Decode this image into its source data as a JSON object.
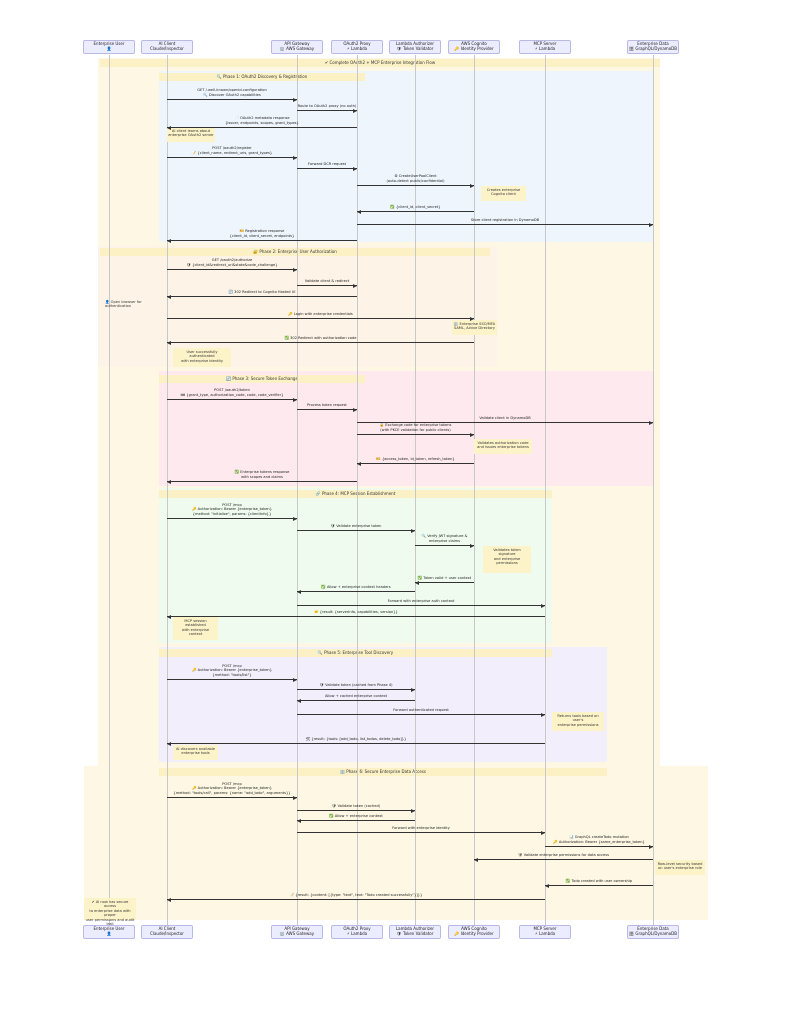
{
  "actors": [
    {
      "id": "user",
      "title": "Enterprise User",
      "sub": "👤"
    },
    {
      "id": "client",
      "title": "AI Client",
      "sub": "Claude/Inspector"
    },
    {
      "id": "gw",
      "title": "API Gateway",
      "sub": "🏢 AWS Gateway"
    },
    {
      "id": "proxy",
      "title": "OAuth2 Proxy",
      "sub": "⚡ Lambda"
    },
    {
      "id": "auth",
      "title": "Lambda Authorizer",
      "sub": "🛡 Token Validator"
    },
    {
      "id": "cognito",
      "title": "AWS Cognito",
      "sub": "🔑 Identity Provider"
    },
    {
      "id": "mcp",
      "title": "MCP Server",
      "sub": "⚡ Lambda"
    },
    {
      "id": "data",
      "title": "Enterprise Data",
      "sub": "🗄 GraphQL/DynamoDB"
    }
  ],
  "colors": {
    "outer_band": "#fdf7e3",
    "title_band": "#fbf1c4",
    "phase1": "#eef5fd",
    "phase2": "#fdf3e6",
    "phase3": "#fde9ee",
    "phase4": "#eefbee",
    "phase5": "#f3eefb",
    "phase6": "#fdf7e3",
    "note": "#fdf3c8",
    "actor_fill": "#ECECFF"
  },
  "title": "✔ Complete OAuth2 + MCP Enterprise Integration Flow",
  "phases": [
    {
      "label": "🔍 Phase 1: OAuth2 Discovery & Registration"
    },
    {
      "label": "🔐 Phase 2: Enterprise User Authorization"
    },
    {
      "label": "🔄 Phase 3: Secure Token Exchange"
    },
    {
      "label": "🔗 Phase 4: MCP Session Establishment"
    },
    {
      "label": "🔍 Phase 5: Enterprise Tool Discovery"
    },
    {
      "label": "🏢 Phase 6: Secure Enterprise Data Access"
    }
  ],
  "messages": [
    {
      "from": "client",
      "to": "gw",
      "text": "GET /.well-known/openid-configuration\n🔍 Discover OAuth2 capabilities",
      "dashed": false
    },
    {
      "from": "gw",
      "to": "proxy",
      "text": "Route to OAuth2 proxy (no auth)",
      "dashed": false
    },
    {
      "from": "proxy",
      "to": "client",
      "text": "📄 OAuth2 metadata response\n{issuer, endpoints, scopes, grant_types}",
      "dashed": false
    },
    {
      "from": "client",
      "to": "gw",
      "text": "POST /oauth2/register\n📝 {client_name, redirect_uris, grant_types}",
      "dashed": false
    },
    {
      "from": "gw",
      "to": "proxy",
      "text": "Forward DCR request",
      "dashed": false
    },
    {
      "from": "proxy",
      "to": "cognito",
      "text": "⚙ CreateUserPoolClient\n(auto-detect public/confidential)",
      "dashed": false
    },
    {
      "from": "cognito",
      "to": "proxy",
      "text": "✅ {client_id, client_secret}",
      "dashed": false
    },
    {
      "from": "proxy",
      "to": "data",
      "text": "Store client registration in DynamoDB",
      "dashed": false
    },
    {
      "from": "proxy",
      "to": "client",
      "text": "🎫 Registration response\n{client_id, client_secret, endpoints}",
      "dashed": false
    },
    {
      "from": "client",
      "to": "gw",
      "text": "GET /oauth2/authorize\n🛡 {client_id&redirect_uri&state&code_challenge}",
      "dashed": false
    },
    {
      "from": "gw",
      "to": "proxy",
      "text": "Validate client & redirect",
      "dashed": false
    },
    {
      "from": "proxy",
      "to": "client",
      "text": "🔄 302 Redirect to Cognito Hosted UI",
      "dashed": false
    },
    {
      "from": "client",
      "to": "cognito",
      "text": "🔑 Login with enterprise credentials",
      "dashed": false
    },
    {
      "from": "cognito",
      "to": "client",
      "text": "✅ 302 Redirect with authorization code",
      "dashed": false
    },
    {
      "from": "client",
      "to": "gw",
      "text": "POST /oauth2/token\n🎟 {grant_type, authorization_code, code, code_verifier}",
      "dashed": false
    },
    {
      "from": "gw",
      "to": "proxy",
      "text": "Process token request",
      "dashed": false
    },
    {
      "from": "proxy",
      "to": "data",
      "text": "Validate client in DynamoDB",
      "dashed": false
    },
    {
      "from": "proxy",
      "to": "cognito",
      "text": "🔒 Exchange code for enterprise tokens\n(with PKCE validation for public clients)",
      "dashed": false
    },
    {
      "from": "cognito",
      "to": "proxy",
      "text": "🎫 {access_token, id_token, refresh_token}",
      "dashed": false
    },
    {
      "from": "proxy",
      "to": "client",
      "text": "✅ Enterprise tokens response\nwith scopes and claims",
      "dashed": false
    },
    {
      "from": "client",
      "to": "gw",
      "text": "POST /mcp\n🔑 Authorization: Bearer {enterprise_token}\n{method: \"initialize\", params: {clientInfo}}",
      "dashed": false
    },
    {
      "from": "gw",
      "to": "auth",
      "text": "🛡 Validate enterprise token",
      "dashed": false
    },
    {
      "from": "auth",
      "to": "cognito",
      "text": "🔍 Verify JWT signature &\nenterprise claims",
      "dashed": false
    },
    {
      "from": "cognito",
      "to": "auth",
      "text": "✅ Token valid + user context",
      "dashed": false
    },
    {
      "from": "auth",
      "to": "gw",
      "text": "✅ Allow + enterprise context headers",
      "dashed": false
    },
    {
      "from": "gw",
      "to": "mcp",
      "text": "Forward with enterprise auth context",
      "dashed": false
    },
    {
      "from": "mcp",
      "to": "client",
      "text": "🤝 {result: {serverInfo, capabilities, version}}",
      "dashed": false
    },
    {
      "from": "client",
      "to": "gw",
      "text": "POST /mcp\n🔑 Authorization: Bearer {enterprise_token}\n{method: \"tools/list\"}",
      "dashed": false
    },
    {
      "from": "gw",
      "to": "auth",
      "text": "🛡 Validate token (cached from Phase 4)",
      "dashed": false
    },
    {
      "from": "auth",
      "to": "gw",
      "text": "Allow + cached enterprise context",
      "dashed": false
    },
    {
      "from": "gw",
      "to": "mcp",
      "text": "Forward authenticated request",
      "dashed": false
    },
    {
      "from": "mcp",
      "to": "client",
      "text": "🛠 {result: {tools: [add_todo, list_todos, delete_todo]}}",
      "dashed": false
    },
    {
      "from": "client",
      "to": "gw",
      "text": "POST /mcp\n🔑 Authorization: Bearer {enterprise_token}\n{method: \"tools/call\", params: {name: \"add_todo\", arguments}}",
      "dashed": false
    },
    {
      "from": "gw",
      "to": "auth",
      "text": "🛡 Validate token (cached)",
      "dashed": false
    },
    {
      "from": "auth",
      "to": "gw",
      "text": "✅ Allow + enterprise context",
      "dashed": false
    },
    {
      "from": "gw",
      "to": "mcp",
      "text": "Forward with enterprise identity",
      "dashed": false
    },
    {
      "from": "mcp",
      "to": "data",
      "text": "📊 GraphQL createTodo mutation\n🔑 Authorization: Bearer {same_enterprise_token}",
      "dashed": false
    },
    {
      "from": "data",
      "to": "cognito",
      "text": "🛡 Validate enterprise permissions for data access",
      "dashed": false
    },
    {
      "from": "data",
      "to": "mcp",
      "text": "✅ Todo created with user ownership",
      "dashed": false
    },
    {
      "from": "mcp",
      "to": "client",
      "text": "📝 {result: {content: [{type: \"text\", text: \"Todo created successfully\"}]}}",
      "dashed": false
    }
  ],
  "notes": [
    {
      "text": "AI client learns about\nenterprise OAuth2 server"
    },
    {
      "text": "Creates enterprise\nCognito client"
    },
    {
      "text": "👤 Open browser for authentication"
    },
    {
      "text": "🏢 Enterprise SSO/MFA\nSAML, Active Directory"
    },
    {
      "text": "User successfully\nauthenticated\nwith enterprise identity"
    },
    {
      "text": "Validates authorization code\nand issues enterprise tokens"
    },
    {
      "text": "Validates token\nsignature\nand enterprise\npermissions"
    },
    {
      "text": "MCP session\nestablished\nwith enterprise\ncontext"
    },
    {
      "text": "Returns tools based on\nuser's\nenterprise permissions"
    },
    {
      "text": "AI discovers available\nenterprise tools"
    },
    {
      "text": "Row-level security based\non user's enterprise role"
    },
    {
      "text": "✔ AI now has secure access\nto enterprise data with proper\nuser permissions and audit trail"
    }
  ]
}
